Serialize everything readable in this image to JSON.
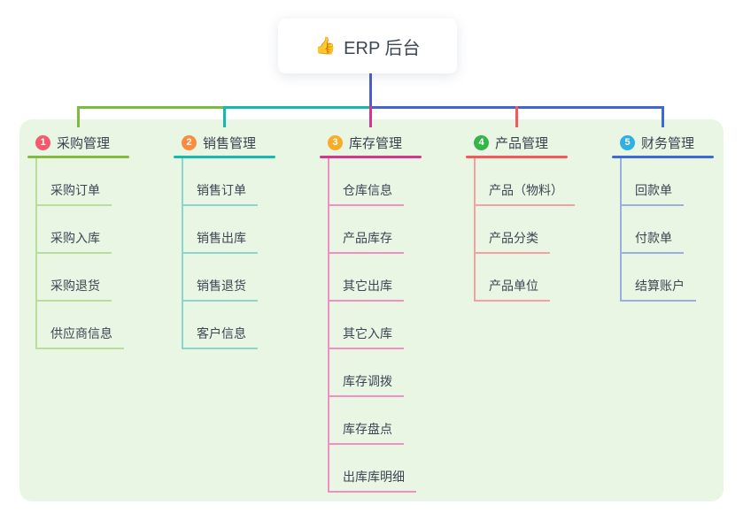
{
  "root": {
    "icon": "👍",
    "label": "ERP 后台"
  },
  "colors": {
    "panel_bg": "#eaf6e4",
    "text": "#3b4654",
    "root_drop": "#4c5cd2",
    "trunk_green": "#7cbb3f",
    "trunk_teal": "#16b8ad",
    "trunk_blue": "#4365d2"
  },
  "branches": [
    {
      "badge": "1",
      "label": "采购管理",
      "colors": {
        "badge": "#f35a6e",
        "line": "#82bb40",
        "child_line": "#b9dd9a",
        "stub": "#7cbb3f"
      },
      "children": [
        "采购订单",
        "采购入库",
        "采购退货",
        "供应商信息"
      ]
    },
    {
      "badge": "2",
      "label": "销售管理",
      "colors": {
        "badge": "#fa8c3f",
        "line": "#17b9ae",
        "child_line": "#8ad5ce",
        "stub": "#16b8ad"
      },
      "children": [
        "销售订单",
        "销售出库",
        "销售退货",
        "客户信息"
      ]
    },
    {
      "badge": "3",
      "label": "库存管理",
      "colors": {
        "badge": "#f9ac27",
        "line": "#d4368d",
        "child_line": "#f18fc5",
        "stub": "#d4368d"
      },
      "children": [
        "仓库信息",
        "产品库存",
        "其它出库",
        "其它入库",
        "库存调拨",
        "库存盘点",
        "出库库明细"
      ]
    },
    {
      "badge": "4",
      "label": "产品管理",
      "colors": {
        "badge": "#35b44a",
        "line": "#f4575c",
        "child_line": "#f7a0a3",
        "stub": "#f4575c"
      },
      "children": [
        "产品（物料）",
        "产品分类",
        "产品单位"
      ]
    },
    {
      "badge": "5",
      "label": "财务管理",
      "colors": {
        "badge": "#2fb0e5",
        "line": "#3c68d8",
        "child_line": "#9bafdd",
        "stub": "#3c68d8"
      },
      "children": [
        "回款单",
        "付款单",
        "结算账户"
      ]
    }
  ]
}
